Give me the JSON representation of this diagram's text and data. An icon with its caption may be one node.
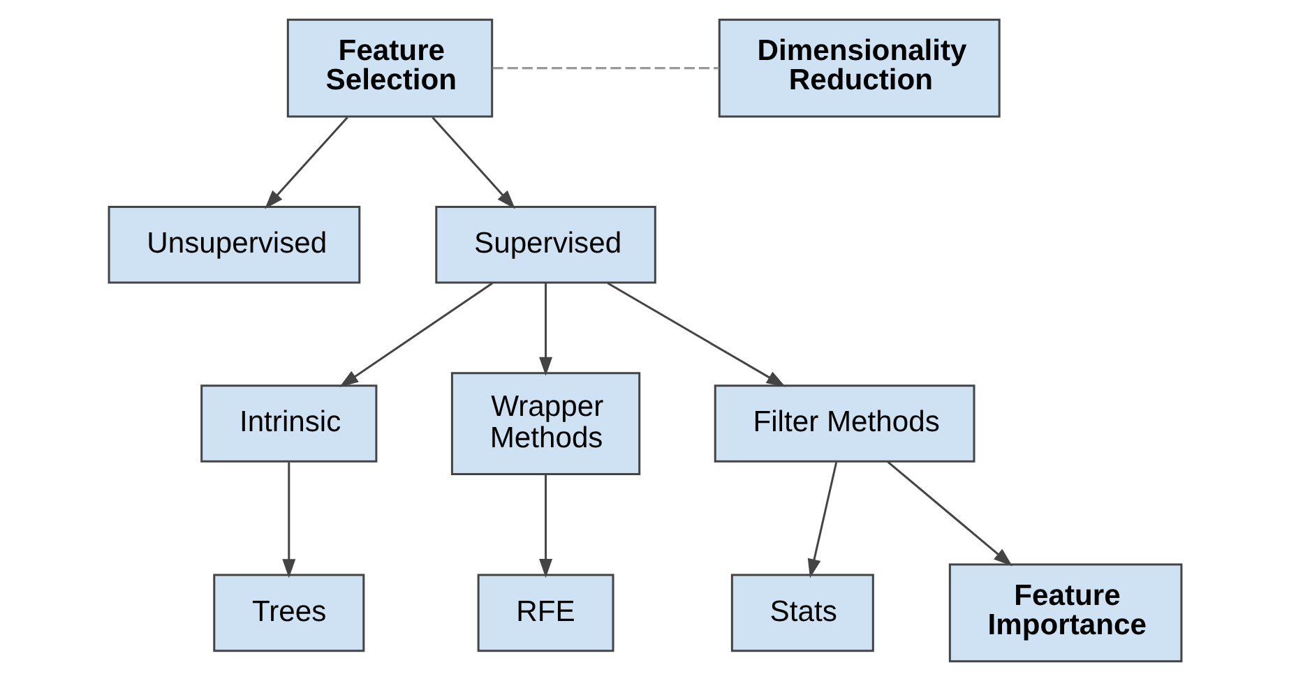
{
  "diagram": {
    "nodes": [
      {
        "text": [
          "Feature Selection"
        ]
      },
      {
        "text": [
          "Dimensionality Reduction"
        ]
      },
      {
        "text": [
          "Unsupervised"
        ]
      },
      {
        "text": [
          "Supervised"
        ]
      },
      {
        "text": [
          "Intrinsic"
        ]
      },
      {
        "text": [
          "Wrapper Methods"
        ]
      },
      {
        "text": [
          "Filter Methods"
        ]
      },
      {
        "text": [
          "Trees"
        ]
      },
      {
        "text": [
          "RFE"
        ]
      },
      {
        "text": [
          "Stats"
        ]
      },
      {
        "text": [
          "Feature Importance"
        ]
      }
    ],
    "edges": [
      {
        "from": 0,
        "to": 1,
        "arrow": "none",
        "style": "dashed",
        "color": "#999999"
      },
      {
        "from": 0,
        "to": 2,
        "arrow": "to"
      },
      {
        "from": 0,
        "to": 3,
        "arrow": "to"
      },
      {
        "from": 3,
        "to": 4,
        "arrow": "to"
      },
      {
        "from": 3,
        "to": 5,
        "arrow": "to"
      },
      {
        "from": 3,
        "to": 6,
        "arrow": "to"
      },
      {
        "from": 4,
        "to": 7,
        "arrow": "to"
      },
      {
        "from": 5,
        "to": 8,
        "arrow": "to"
      },
      {
        "from": 6,
        "to": 9,
        "arrow": "to"
      },
      {
        "from": 6,
        "to": 10,
        "arrow": "to"
      }
    ]
  }
}
